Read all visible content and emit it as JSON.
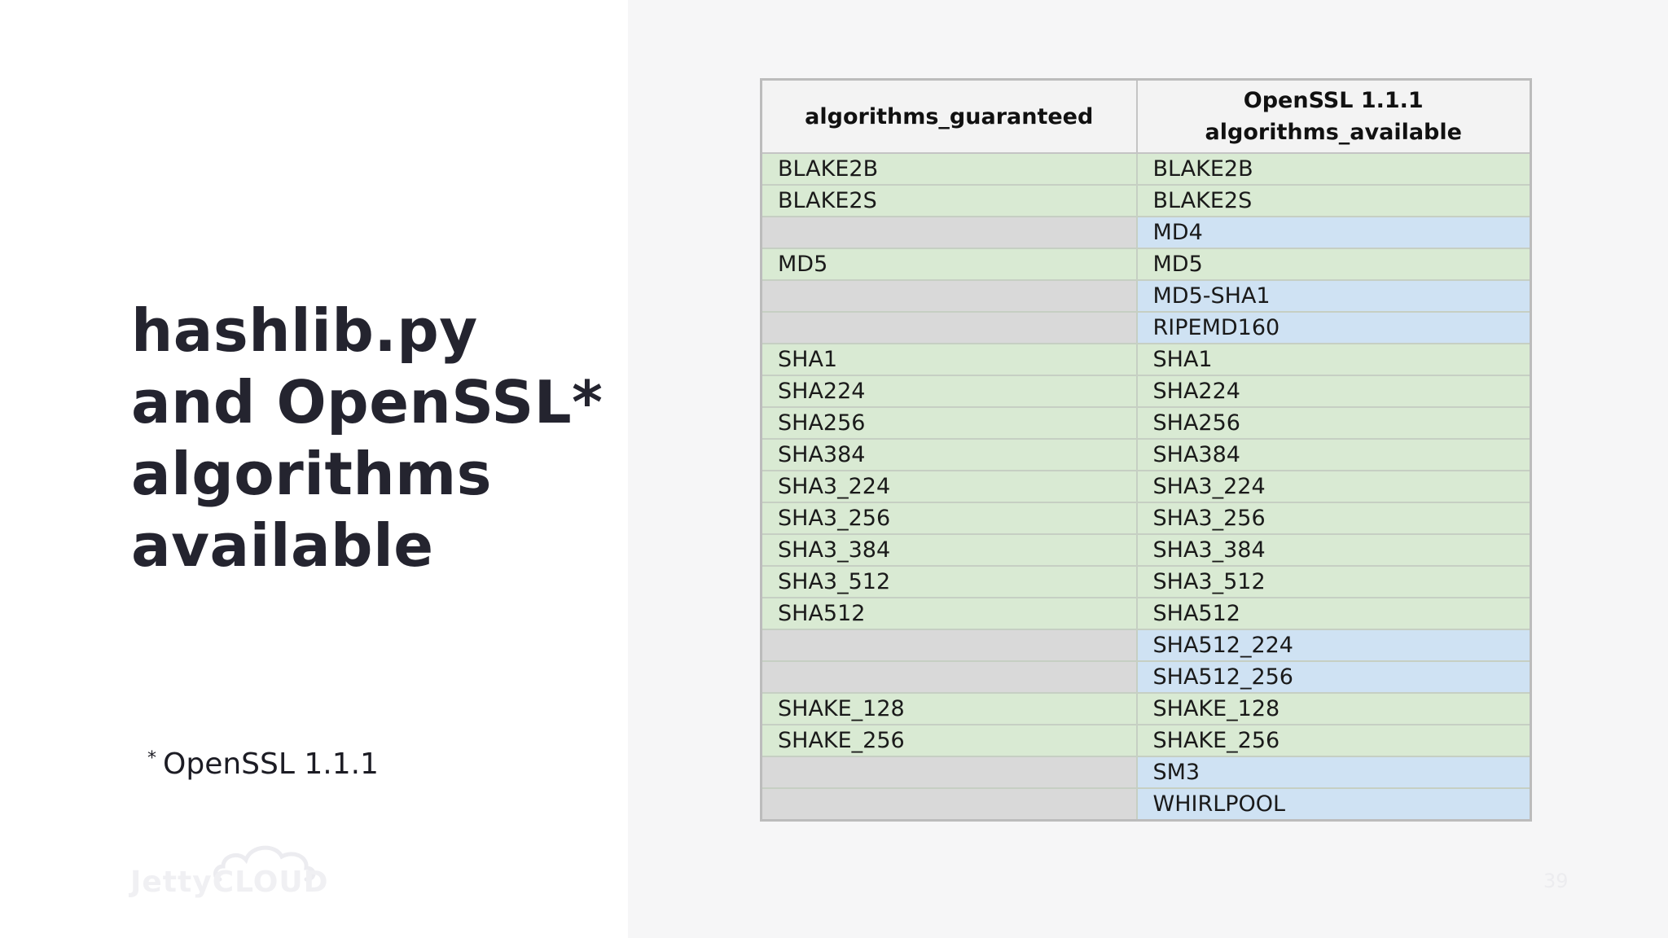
{
  "slide": {
    "title_lines": [
      "hashlib.py",
      "and OpenSSL*",
      "algorithms",
      "available"
    ],
    "footnote_marker": "*",
    "footnote_text": "OpenSSL 1.1.1",
    "logo_text_left": "Jetty",
    "logo_text_right": "CLOUD",
    "logo_icon": "cloud-icon",
    "page_number": "39"
  },
  "table": {
    "headers": {
      "guaranteed": [
        "algorithms_guaranteed"
      ],
      "available": [
        "OpenSSL 1.1.1",
        "algorithms_available"
      ]
    },
    "colors": {
      "both": "#d9ead3",
      "openssl_only": "#cfe2f3",
      "empty": "#d9d9d9",
      "header": "#f3f3f3"
    },
    "rows": [
      {
        "guaranteed": "BLAKE2B",
        "available": "BLAKE2B"
      },
      {
        "guaranteed": "BLAKE2S",
        "available": "BLAKE2S"
      },
      {
        "guaranteed": "",
        "available": "MD4"
      },
      {
        "guaranteed": "MD5",
        "available": "MD5"
      },
      {
        "guaranteed": "",
        "available": "MD5-SHA1"
      },
      {
        "guaranteed": "",
        "available": "RIPEMD160"
      },
      {
        "guaranteed": "SHA1",
        "available": "SHA1"
      },
      {
        "guaranteed": "SHA224",
        "available": "SHA224"
      },
      {
        "guaranteed": "SHA256",
        "available": "SHA256"
      },
      {
        "guaranteed": "SHA384",
        "available": "SHA384"
      },
      {
        "guaranteed": "SHA3_224",
        "available": "SHA3_224"
      },
      {
        "guaranteed": "SHA3_256",
        "available": "SHA3_256"
      },
      {
        "guaranteed": "SHA3_384",
        "available": "SHA3_384"
      },
      {
        "guaranteed": "SHA3_512",
        "available": "SHA3_512"
      },
      {
        "guaranteed": "SHA512",
        "available": "SHA512"
      },
      {
        "guaranteed": "",
        "available": "SHA512_224"
      },
      {
        "guaranteed": "",
        "available": "SHA512_256"
      },
      {
        "guaranteed": "SHAKE_128",
        "available": "SHAKE_128"
      },
      {
        "guaranteed": "SHAKE_256",
        "available": "SHAKE_256"
      },
      {
        "guaranteed": "",
        "available": "SM3"
      },
      {
        "guaranteed": "",
        "available": "WHIRLPOOL"
      }
    ]
  }
}
